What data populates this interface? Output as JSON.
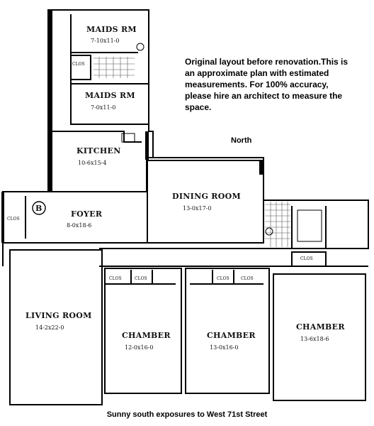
{
  "note": "Original layout before renovation.This is an approximate plan with estimated measurements. For 100% accuracy, please hire an architect to measure the space.",
  "north_label": "North",
  "footer": "Sunny south exposures to West 71st Street",
  "rooms": {
    "maids1": {
      "name": "MAIDS RM",
      "dim": "7-10x11-0"
    },
    "maids2": {
      "name": "MAIDS RM",
      "dim": "7-0x11-0"
    },
    "kitchen": {
      "name": "KITCHEN",
      "dim": "10-6x15-4"
    },
    "dining": {
      "name": "DINING ROOM",
      "dim": "13-0x17-0"
    },
    "foyer": {
      "name": "FOYER",
      "dim": "8-0x18-6"
    },
    "living": {
      "name": "LIVING ROOM",
      "dim": "14-2x22-0"
    },
    "chamber1": {
      "name": "CHAMBER",
      "dim": "12-0x16-0"
    },
    "chamber2": {
      "name": "CHAMBER",
      "dim": "13-0x16-0"
    },
    "chamber3": {
      "name": "CHAMBER",
      "dim": "13-6x18-6"
    }
  },
  "closet_label": "CLOS",
  "entry_marker": "B"
}
